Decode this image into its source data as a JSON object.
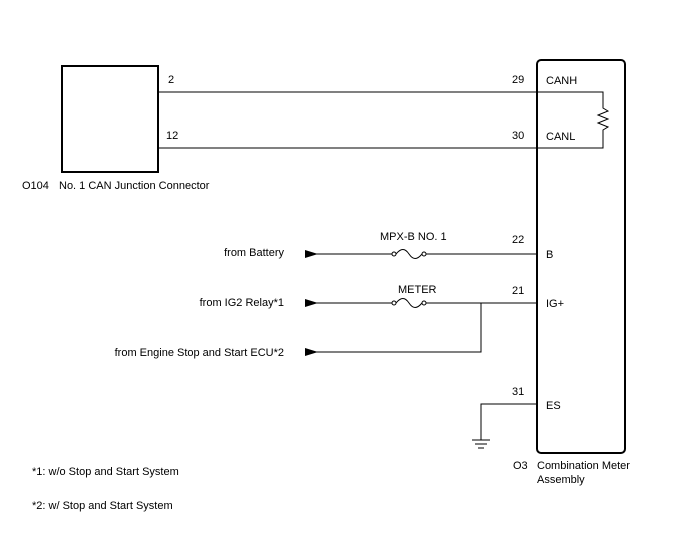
{
  "left_connector": {
    "id": "O104",
    "name": "No. 1 CAN Junction Connector",
    "pin_canh": "2",
    "pin_canl": "12"
  },
  "meter": {
    "id": "O3",
    "name_line1": "Combination Meter",
    "name_line2": "Assembly",
    "pins": [
      {
        "num": "29",
        "label": "CANH"
      },
      {
        "num": "30",
        "label": "CANL"
      },
      {
        "num": "22",
        "label": "B"
      },
      {
        "num": "21",
        "label": "IG+"
      },
      {
        "num": "31",
        "label": "ES"
      }
    ]
  },
  "sources": {
    "battery": "from Battery",
    "ig2": "from IG2 Relay*1",
    "ecu": "from Engine Stop and Start ECU*2"
  },
  "fuses": {
    "mpx": "MPX-B NO. 1",
    "meter": "METER"
  },
  "notes": {
    "note1": "*1: w/o Stop and Start System",
    "note2": "*2: w/ Stop and Start System"
  }
}
